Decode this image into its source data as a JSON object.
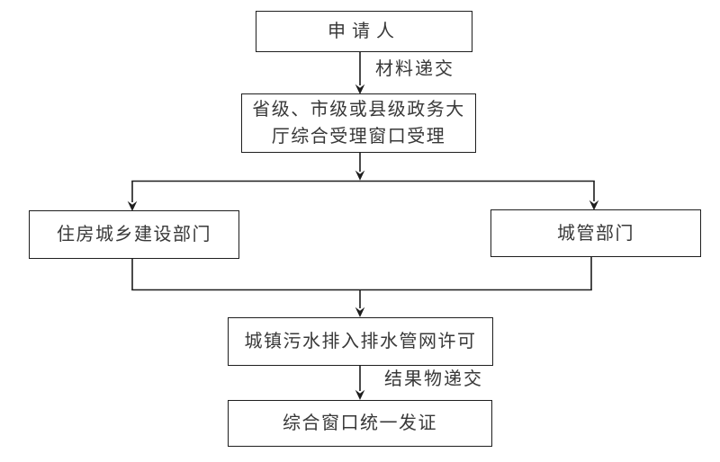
{
  "diagram": {
    "type": "flowchart",
    "background_color": "#ffffff",
    "line_color": "#1e1e1e",
    "text_color": "#383838",
    "nodes": {
      "applicant": {
        "label": "申请人"
      },
      "reception": {
        "label": "省级、市级或县级政务大\n厅综合受理窗口受理"
      },
      "housing": {
        "label": "住房城乡建设部门"
      },
      "urban": {
        "label": "城管部门"
      },
      "permit": {
        "label": "城镇污水排入排水管网许可"
      },
      "issuance": {
        "label": "综合窗口统一发证"
      }
    },
    "edge_labels": {
      "material_submission": "材料递交",
      "result_delivery": "结果物递交"
    },
    "flow": [
      "applicant -> reception (材料递交)",
      "reception -> housing",
      "reception -> urban",
      "housing -> permit",
      "urban -> permit",
      "permit -> issuance (结果物递交)"
    ]
  }
}
